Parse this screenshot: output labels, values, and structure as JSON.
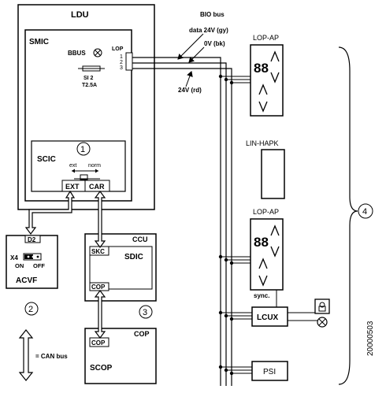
{
  "ldu": {
    "title": "LDU"
  },
  "smic": {
    "title": "SMIC",
    "bbus": "BBUS",
    "lop": "LOP",
    "pins": [
      "1",
      "2",
      "3"
    ],
    "fuse_name": "SI 2",
    "fuse_rating": "T2.5A"
  },
  "scic": {
    "title": "SCIC",
    "ext": "ext",
    "norm": "norm",
    "port_ext": "EXT",
    "port_car": "CAR"
  },
  "bus": {
    "title": "BIO bus",
    "data": "data 24V (gy)",
    "zero": "0V (bk)",
    "v24": "24V (rd)"
  },
  "acvf": {
    "port": "D2",
    "jumper": "X4",
    "on": "ON",
    "off": "OFF",
    "title": "ACVF"
  },
  "ccu": {
    "title": "CCU",
    "sdic": "SDIC",
    "skc": "SKC",
    "cop": "COP"
  },
  "cop_box": {
    "title": "COP",
    "port": "COP",
    "name": "SCOP"
  },
  "lop_ap_1": {
    "title": "LOP-AP",
    "digits": "88"
  },
  "lin_hapk": {
    "title": "LIN-HAPK"
  },
  "lop_ap_2": {
    "title": "LOP-AP",
    "digits": "88",
    "sync": "sync."
  },
  "lcux": {
    "title": "LCUX"
  },
  "psi": {
    "title": "PSI"
  },
  "callouts": [
    "1",
    "2",
    "3",
    "4"
  ],
  "legend": "= CAN bus",
  "doc_number": "20000503"
}
